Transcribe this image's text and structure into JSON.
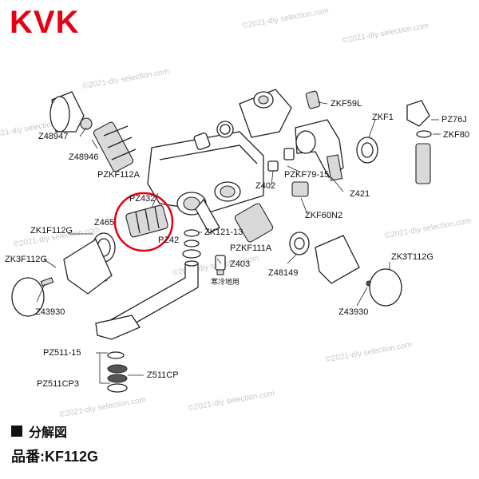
{
  "brand": "KVK",
  "watermark": "©2021-diy selection.com",
  "parts": {
    "Z48947": "Z48947",
    "Z48946": "Z48946",
    "PZKF112A": "PZKF112A",
    "PZ432": "PZ432",
    "Z465": "Z465",
    "ZK1F112G": "ZK1F112G",
    "ZK3F112G": "ZK3F112G",
    "Z43930_left": "Z43930",
    "PZ42": "PZ42",
    "ZK121_13": "ZK121-13",
    "PZKF111A": "PZKF111A",
    "Z403": "Z403",
    "cold_region": "寒冷地用",
    "Z48149": "Z48149",
    "ZK3T112G": "ZK3T112G",
    "Z43930_right": "Z43930",
    "ZKF59L": "ZKF59L",
    "ZKF1": "ZKF1",
    "PZ76J": "PZ76J",
    "ZKF80": "ZKF80",
    "PZKF79_15": "PZKF79-15",
    "Z402": "Z402",
    "Z421": "Z421",
    "ZKF60N2": "ZKF60N2",
    "PZ511_15": "PZ511-15",
    "Z511CP": "Z511CP",
    "PZ511CP3": "PZ511CP3"
  },
  "footer": {
    "section_title": "分解図",
    "model_label": "品番:KF112G"
  },
  "colors": {
    "brand_red": "#e60012",
    "highlight_circle": "#e60012",
    "watermark": "#c8c8c8"
  }
}
